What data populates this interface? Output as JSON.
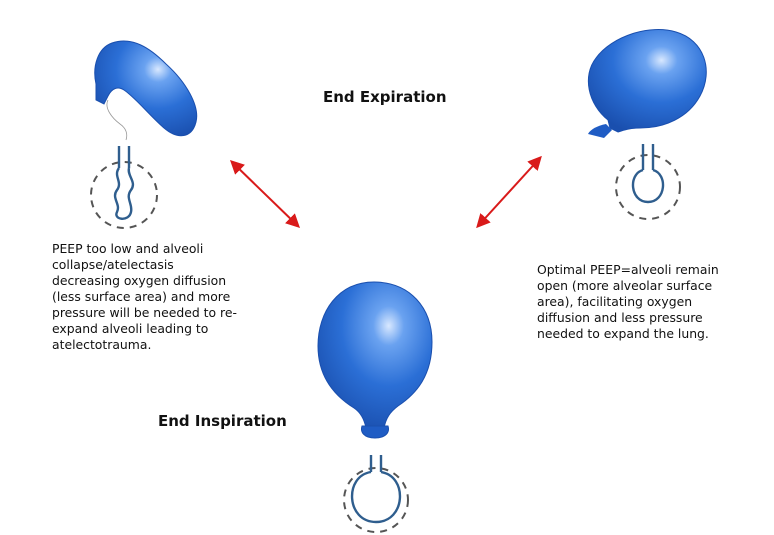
{
  "titles": {
    "end_expiration": "End Expiration",
    "end_inspiration": "End Inspiration"
  },
  "descriptions": {
    "low_peep": "PEEP too low and alveoli\ncollapse/atelectasis\ndecreasing oxygen diffusion\n(less surface area) and more\npressure will be needed to re-\nexpand alveoli leading to\natelectotrauma.",
    "optimal_peep": "Optimal PEEP=alveoli remain\nopen (more alveolar surface\narea), facilitating oxygen\ndiffusion and less pressure\nneeded to expand the lung."
  },
  "colors": {
    "balloon": "#2b6fd6",
    "balloon_dark": "#1b4fb0",
    "arrow": "#d91a1a",
    "alveolus_line": "#2f5e8e",
    "dashed_circle": "#555555"
  }
}
